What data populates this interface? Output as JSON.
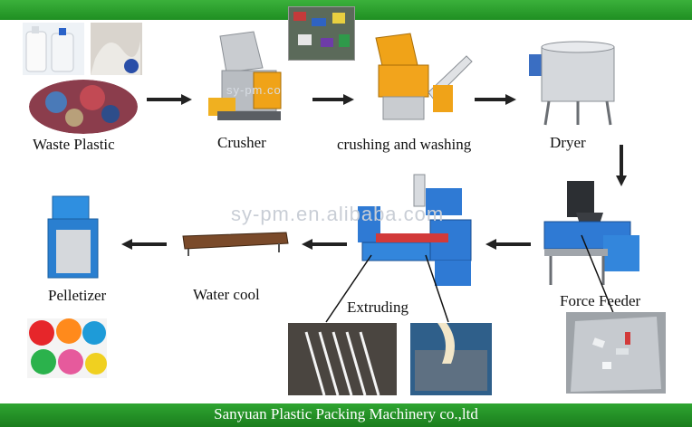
{
  "stages": {
    "waste_plastic": "Waste Plastic",
    "crusher": "Crusher",
    "crushing_washing": "crushing and washing",
    "dryer": "Dryer",
    "force_feeder": "Force Feeder",
    "extruding": "Extruding",
    "water_cool": "Water cool",
    "pelletizer": "Pelletizer"
  },
  "watermark": "sy-pm.en.alibaba.com",
  "footer": "Sanyuan Plastic Packing Machinery co.,ltd",
  "colors": {
    "header_green": "#2a9e2c",
    "machine_yellow": "#f0a318",
    "machine_blue": "#1f6fc4",
    "arrow": "#222222"
  }
}
